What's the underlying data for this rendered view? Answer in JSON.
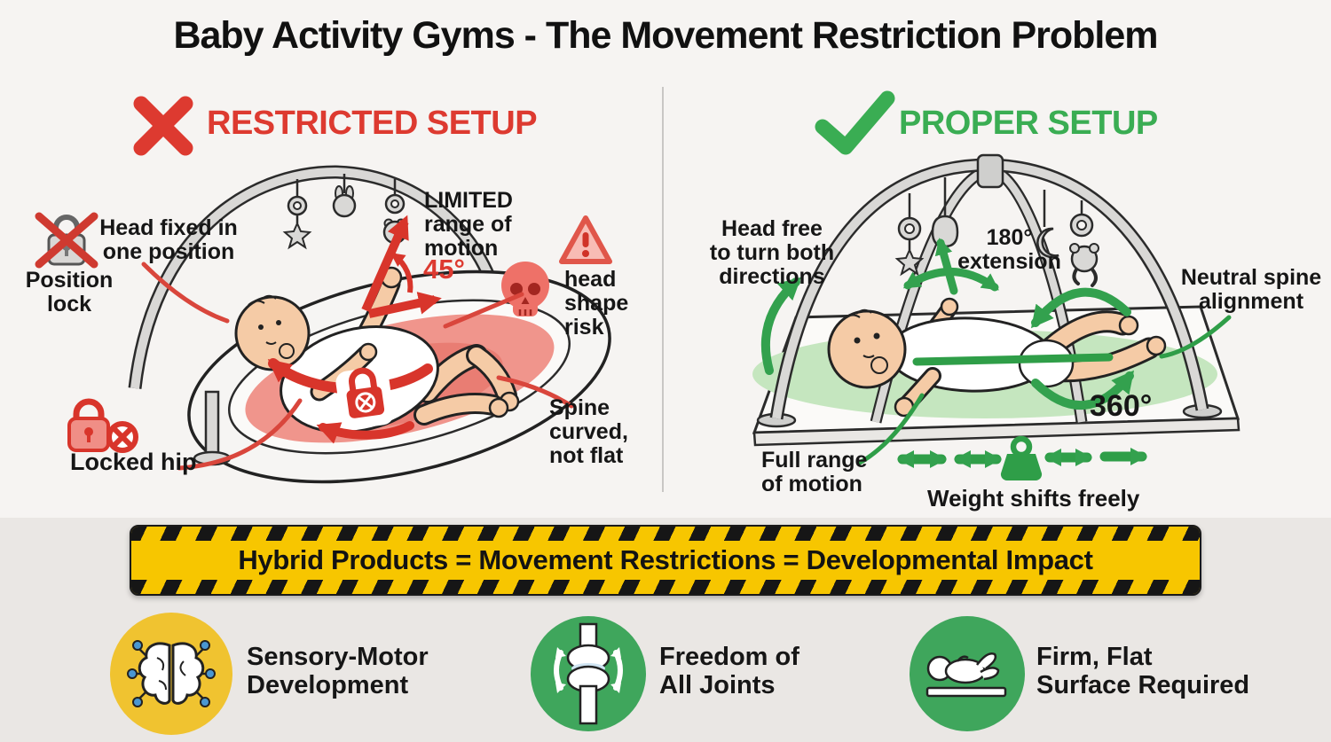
{
  "title": "Baby Activity Gyms - The Movement Restriction Problem",
  "colors": {
    "red": "#dd3a30",
    "green": "#3aad53",
    "banner_yellow": "#f7c600",
    "text_dark": "#161616"
  },
  "restricted_panel": {
    "header": "RESTRICTED SETUP",
    "labels": {
      "head_fixed": "Head fixed in\none position",
      "position_lock": "Position\nlock",
      "limited_range": "LIMITED\nrange of\nmotion",
      "angle": "45°",
      "head_shape_risk": "head\nshape\nrisk",
      "spine_curved": "Spine\ncurved,\nnot flat",
      "locked_hip": "Locked hip"
    }
  },
  "proper_panel": {
    "header": "PROPER SETUP",
    "labels": {
      "head_free": "Head free\nto turn both\ndirections",
      "extension": "180°\nextension",
      "neutral_spine": "Neutral spine\nalignment",
      "rotation": "360°",
      "full_range": "Full range\nof motion",
      "weight_shifts": "Weight shifts freely"
    }
  },
  "banner": {
    "text": "Hybrid Products = Movement Restrictions = Developmental Impact"
  },
  "footer": {
    "items": [
      {
        "label": "Sensory-Motor\nDevelopment",
        "icon": "brain-icon",
        "circle_color": "#f0c330"
      },
      {
        "label": "Freedom of\nAll Joints",
        "icon": "joint-icon",
        "circle_color": "#3fa65c"
      },
      {
        "label": "Firm, Flat\nSurface Required",
        "icon": "baby-flat-icon",
        "circle_color": "#3fa65c"
      }
    ]
  }
}
